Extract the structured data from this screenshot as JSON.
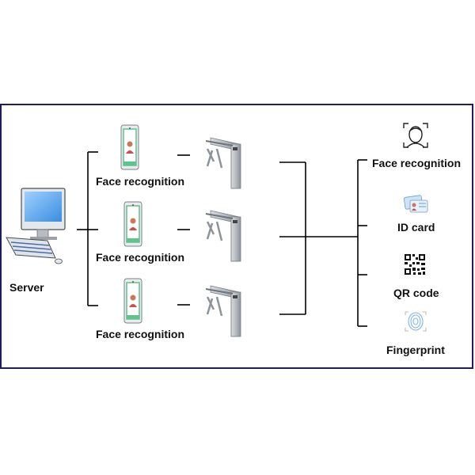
{
  "diagram": {
    "server_label": "Server",
    "terminals": [
      {
        "label": "Face recognition"
      },
      {
        "label": "Face recognition"
      },
      {
        "label": "Face recognition"
      }
    ],
    "methods": [
      {
        "label": "Face recognition",
        "icon": "face-scan-icon"
      },
      {
        "label": "ID card",
        "icon": "id-card-icon"
      },
      {
        "label": "QR code",
        "icon": "qr-code-icon"
      },
      {
        "label": "Fingerprint",
        "icon": "fingerprint-icon"
      }
    ]
  },
  "colors": {
    "border": "#1e1e5a",
    "line": "#000000",
    "screen_blue": "#3a8de0",
    "device_green": "#5ec48a",
    "metal": "#a9aeb4"
  }
}
